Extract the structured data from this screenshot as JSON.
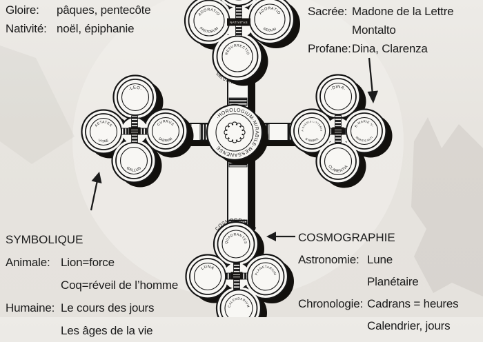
{
  "page": {
    "background": "#e7e4df",
    "ink": "#1b1b1b"
  },
  "top_left": {
    "rows": [
      {
        "label": "Gloire:",
        "value": "pâques, pentecôte"
      },
      {
        "label": "Nativité:",
        "value": "noël, épiphanie"
      }
    ]
  },
  "top_right": {
    "rows": [
      {
        "label": "Sacrée:",
        "value": "Madone de la Lettre"
      },
      {
        "label": "",
        "value": "Montalto"
      },
      {
        "label": "Profane:",
        "value": "Dina, Clarenza"
      }
    ]
  },
  "bottom_left": {
    "title": "SYMBOLIQUE",
    "rows": [
      {
        "label": "Animale:",
        "value": "Lion=force"
      },
      {
        "label": "",
        "value": "Coq=réveil de l’homme"
      },
      {
        "label": "Humaine:",
        "value": "Le cours des jours"
      },
      {
        "label": "",
        "value": "Les âges de la vie"
      }
    ]
  },
  "bottom_right": {
    "title": "COSMOGRAPHIE",
    "rows": [
      {
        "label": "Astronomie:",
        "value": "Lune"
      },
      {
        "label": "",
        "value": "Planétaire"
      },
      {
        "label": "Chronologie:",
        "value": "Cadrans = heures"
      },
      {
        "label": "",
        "value": "Calendrier, jours"
      }
    ]
  },
  "diagram": {
    "center_ring": "·HOROLOGIUM·MIRABILE·MESSANENSE",
    "top": {
      "plaque": "NATIVITAS",
      "west_top": "ADORATIO",
      "west_bottom": "PASTORUM",
      "east_top": "ADORATIO",
      "east_bottom": "REGUM",
      "south_top": "RESURRECTIO",
      "south_outer": "SALUTATIO ANGELICA"
    },
    "left": {
      "north": "·LEO·",
      "west_top": "AETATES",
      "west_bottom": "VITAE",
      "east_top": "CURRUS",
      "east_bottom": "DIERUM",
      "south": "GALLUS"
    },
    "right": {
      "north": "·DINA·",
      "west_top": "A SACRIS LITTERIS",
      "west_bottom": "S·MARIA",
      "east_top": "B·MARIE·V·",
      "east_bottom": "MONTIS ALTI",
      "south": "CLARENTIA"
    },
    "bottom": {
      "north": "QUADRANTES",
      "north_outer": "COSMOGRAPHIA",
      "west": "LUNA",
      "east": "PLANETARIUM",
      "south": "CALENDARIUM"
    }
  }
}
